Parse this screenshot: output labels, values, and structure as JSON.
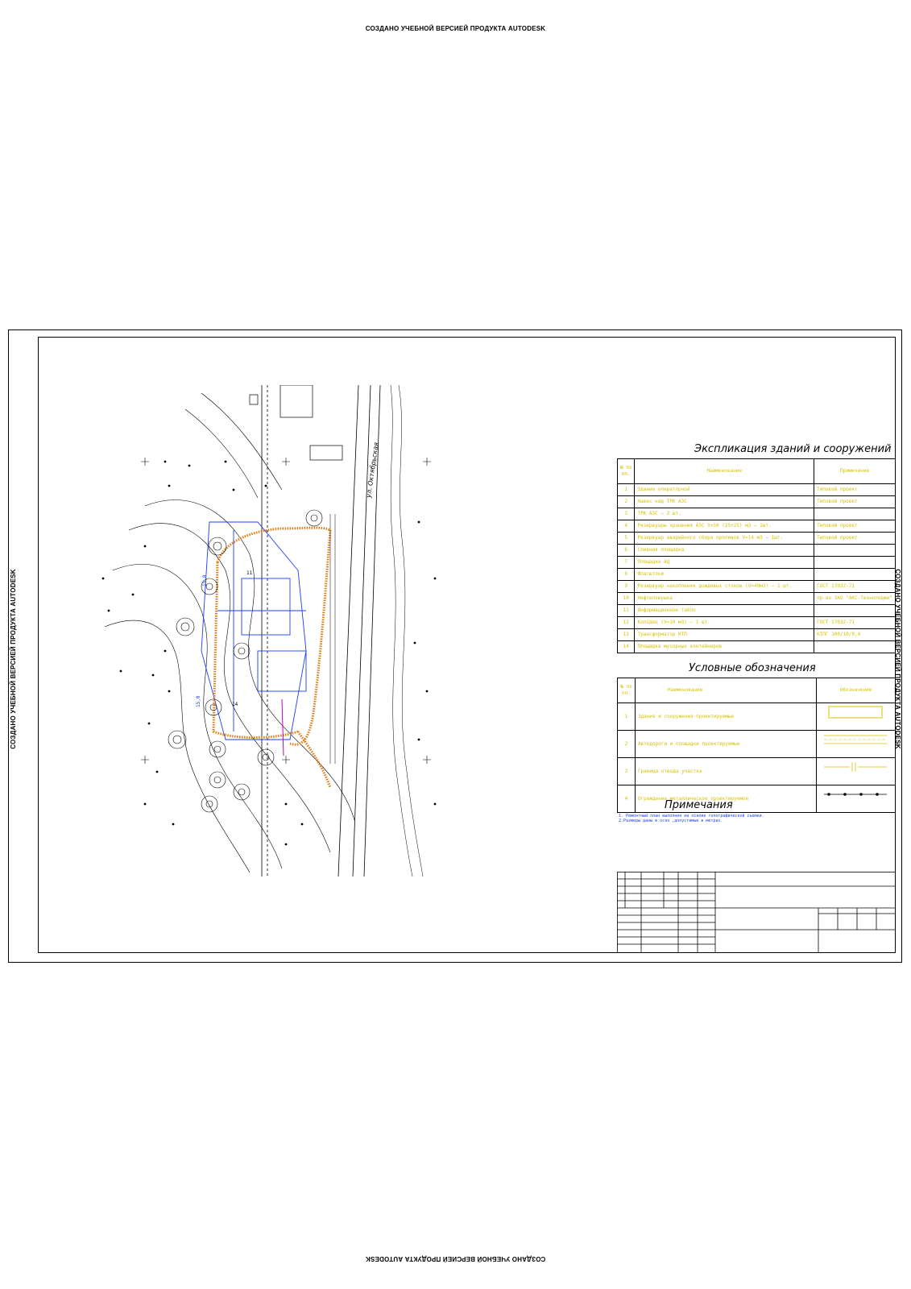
{
  "watermark": {
    "text": "СОЗДАНО УЧЕБНОЙ ВЕРСИЕЙ ПРОДУКТА AUTODESK"
  },
  "plan": {
    "street_label": "ул. Октябрьская",
    "dimension_labels": [
      "15,0",
      "15,0",
      "11",
      "14"
    ]
  },
  "explication": {
    "title": "Экспликация зданий и сооружений",
    "headers": {
      "num": "№ по пл.",
      "name": "Наименование",
      "note": "Примечание"
    },
    "rows": [
      {
        "num": "1",
        "name": "Здание операторной",
        "note": "Типовой проект"
      },
      {
        "num": "2",
        "name": "Навес над ТРК АЗС",
        "note": "Типовой проект"
      },
      {
        "num": "3",
        "name": "ТРК АЗС – 2 шт.",
        "note": ""
      },
      {
        "num": "4",
        "name": "Резервуары хранения АЗС V=50 (25+25) м3 – 2шт.",
        "note": "Типовой проект"
      },
      {
        "num": "5",
        "name": "Резервуар аварийного сбора проливов V=14 м3 – 1шт.",
        "note": "Типовой проект"
      },
      {
        "num": "6",
        "name": "Сливная площадка",
        "note": ""
      },
      {
        "num": "7",
        "name": "Площадка АЦ",
        "note": ""
      },
      {
        "num": "8",
        "name": "Флагштоки",
        "note": ""
      },
      {
        "num": "9",
        "name": "Резервуар накопления дождевых стоков (V=40м3) – 1 шт.",
        "note": "ГОСТ 17032-71"
      },
      {
        "num": "10",
        "name": "Нефтеловушка",
        "note": "пр-во ЗАО \"АКС-Технолоджи\""
      },
      {
        "num": "11",
        "name": "Информационное табло",
        "note": ""
      },
      {
        "num": "12",
        "name": "Колодец (V=10 м3) – 1 шт.",
        "note": "ГОСТ 17032-71"
      },
      {
        "num": "13",
        "name": "Трансформатор КТП",
        "note": "КТПГ 100/10/0,4"
      },
      {
        "num": "14",
        "name": "Площадка мусорных контейнеров",
        "note": ""
      }
    ]
  },
  "legend": {
    "title": "Условные обозначения",
    "headers": {
      "num": "№ по пл.",
      "name": "Наименование",
      "symbol": "Обозначение"
    },
    "rows": [
      {
        "num": "1",
        "name": "Здания и сооружения проектируемые"
      },
      {
        "num": "2",
        "name": "Автодороги и площадки проектируемые"
      },
      {
        "num": "3",
        "name": "Граница отвода участка"
      },
      {
        "num": "4",
        "name": "Ограждение металлическое проектируемое"
      }
    ]
  },
  "notes": {
    "title": "Примечания",
    "lines": [
      "1. Ремонтный план выполнен на основе топографической съемки.",
      "2.Размеры даны в осях ,допустимые в метрах."
    ]
  },
  "colors": {
    "ink": "#000000",
    "yellow_text": "#d6c200",
    "blue": "#1a3cff",
    "orange": "#e07a10",
    "magenta": "#c000c0"
  }
}
